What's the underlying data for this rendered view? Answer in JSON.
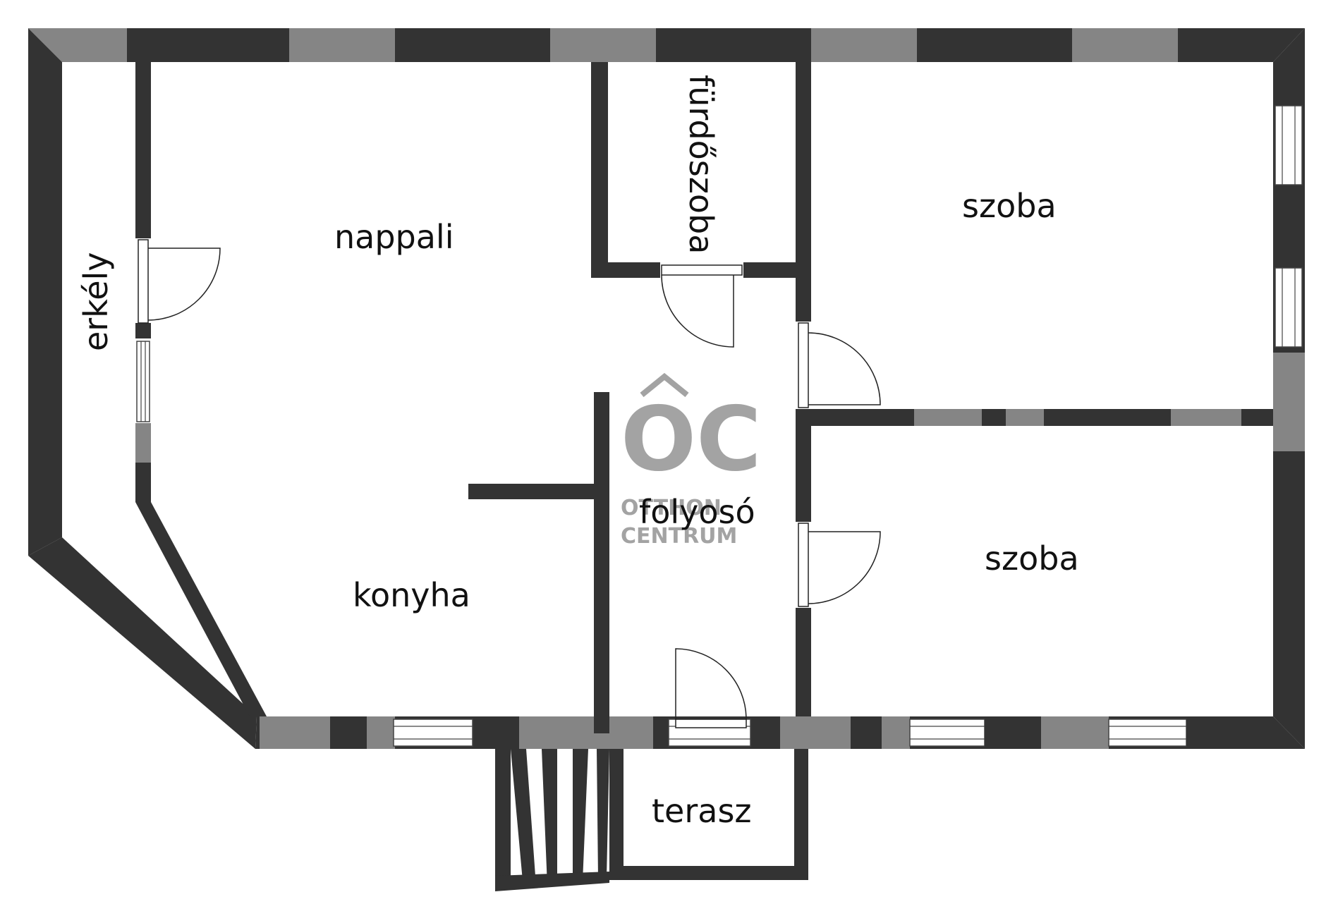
{
  "rooms": {
    "nappali": "nappali",
    "furdoszoba": "fürdőszoba",
    "szoba_top": "szoba",
    "erkely": "erkély",
    "folyoso": "folyosó",
    "szoba_bottom": "szoba",
    "konyha": "konyha",
    "terasz": "terasz"
  },
  "watermark": {
    "monogram": "OC",
    "line1": "OTTHON",
    "line2": "CENTRUM"
  },
  "colors": {
    "wall": "#333333",
    "wall_grey": "#858585",
    "watermark": "#a3a3a3"
  }
}
